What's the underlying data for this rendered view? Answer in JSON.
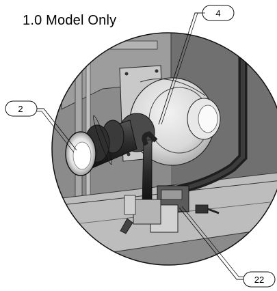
{
  "figure": {
    "title": "1.0 Model Only",
    "callouts": [
      {
        "label": "4"
      },
      {
        "label": "2"
      },
      {
        "label": "22"
      }
    ]
  }
}
